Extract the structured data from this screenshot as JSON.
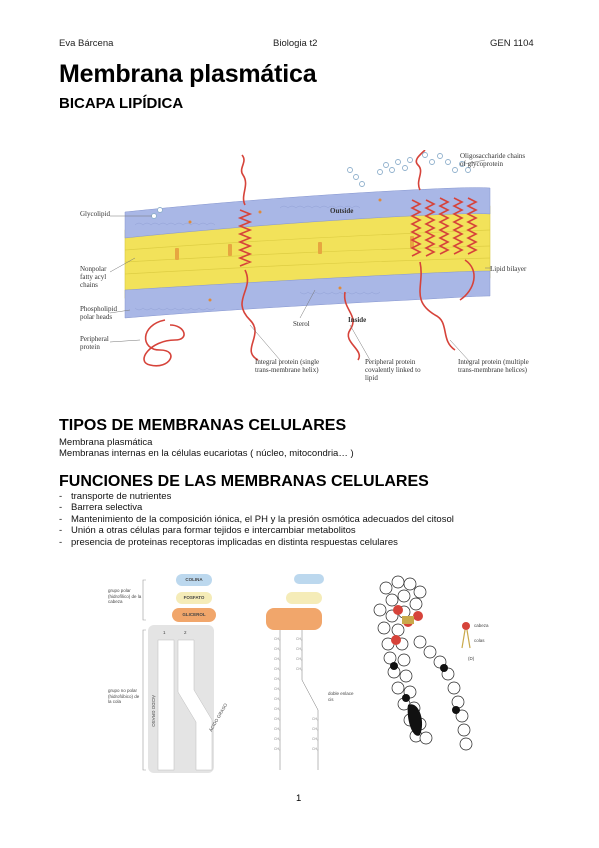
{
  "header": {
    "author": "Eva Bárcena",
    "subject": "Biologia t2",
    "code": "GEN 1104"
  },
  "title": "Membrana plasmática",
  "subtitle": "BICAPA LIPÍDICA",
  "membrane_figure": {
    "labels": {
      "glycolipid": "Glycolipid",
      "oligosaccharide": "Oligosaccharide chains of glycoprotein",
      "outside": "Outside",
      "inside": "Inside",
      "nonpolar": "Nonpolar fatty acyl chains",
      "lipid_bilayer": "Lipid bilayer",
      "phospholipid": "Phospholipid polar heads",
      "peripheral": "Peripheral protein",
      "sterol": "Sterol",
      "integral_single": "Integral protein (single trans-membrane helix)",
      "peripheral_lipid": "Peripheral protein covalently linked to lipid",
      "integral_multiple": "Integral protein (multiple trans-membrane helices)"
    },
    "colors": {
      "heads": "#a9b7e6",
      "tails": "#f2e25a",
      "protein": "#d6433a",
      "sugar": "#8fb0cc"
    }
  },
  "section_tipos": {
    "heading": "TIPOS DE MEMBRANAS CELULARES",
    "lines": [
      "Membrana plasmática",
      "Membranas internas en la células eucariotas ( núcleo, mitocondria… )"
    ]
  },
  "section_funciones": {
    "heading": "FUNCIONES DE LAS MEMBRANAS CELULARES",
    "items": [
      "transporte de nutrientes",
      "Barrera selectiva",
      "Mantenimiento de la composición iónica, el PH y la presión osmótica adecuados del citosol",
      "Unión a otras células para formar tejidos e intercambiar metabolitos",
      "presencia de proteinas receptoras implicadas en distinta respuestas celulares"
    ]
  },
  "lipid_figure": {
    "polar_group": "grupo polar (hidrofílico) de la cabeza",
    "colina": "COLINA",
    "fosfato": "FOSFATO",
    "glicerol": "GLICEROL",
    "nonpolar_group": "grupo no polar (hidrofóbico) de la cola",
    "chain1": "1",
    "chain2": "2",
    "acido_graso": "ÁCIDO GRASO",
    "doble_enlace": "doble enlace cis",
    "cabeza": "cabeza",
    "colas": "colas",
    "d": "(D)"
  },
  "page_number": "1"
}
